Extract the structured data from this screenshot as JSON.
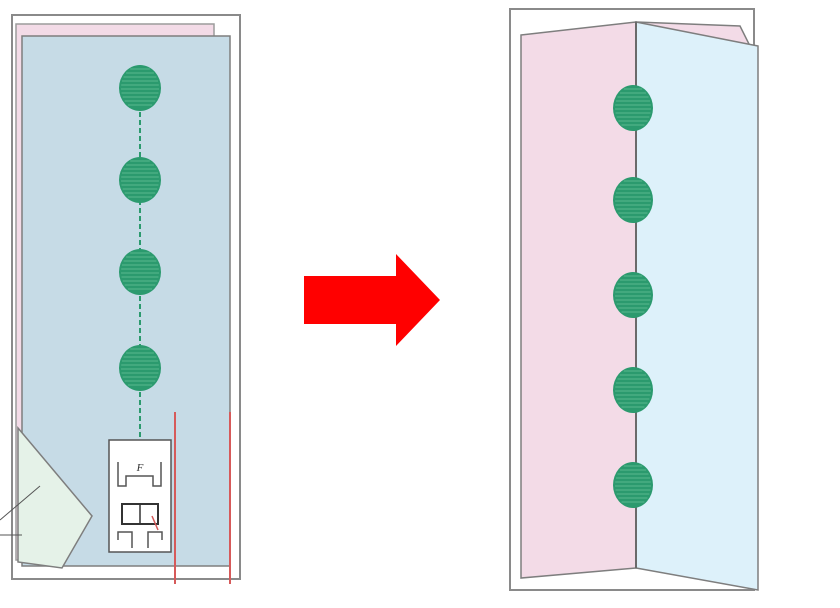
{
  "colors": {
    "frame": "#8a8a8a",
    "pink_fabric": "#f3dbe7",
    "blue_fabric_left": "#c6dbe6",
    "blue_fabric_right": "#ddf1fa",
    "stitch_green": "#2b9a6e",
    "arrow_red": "#ff0000",
    "guide_line_red": "#d65a5a",
    "stabilizer_green": "#e5f2e8",
    "presser_foot": "#ffffff"
  },
  "left_panel": {
    "dot_count": 4,
    "presser_foot_letter": "F",
    "icons": [
      "fabric-layers",
      "embroidered-dots",
      "presser-foot",
      "tear-away-stabilizer"
    ]
  },
  "arrow": {
    "icon": "right-arrow-icon"
  },
  "right_panel": {
    "dot_count": 5,
    "icons": [
      "opened-fabric",
      "embroidered-dots"
    ]
  }
}
